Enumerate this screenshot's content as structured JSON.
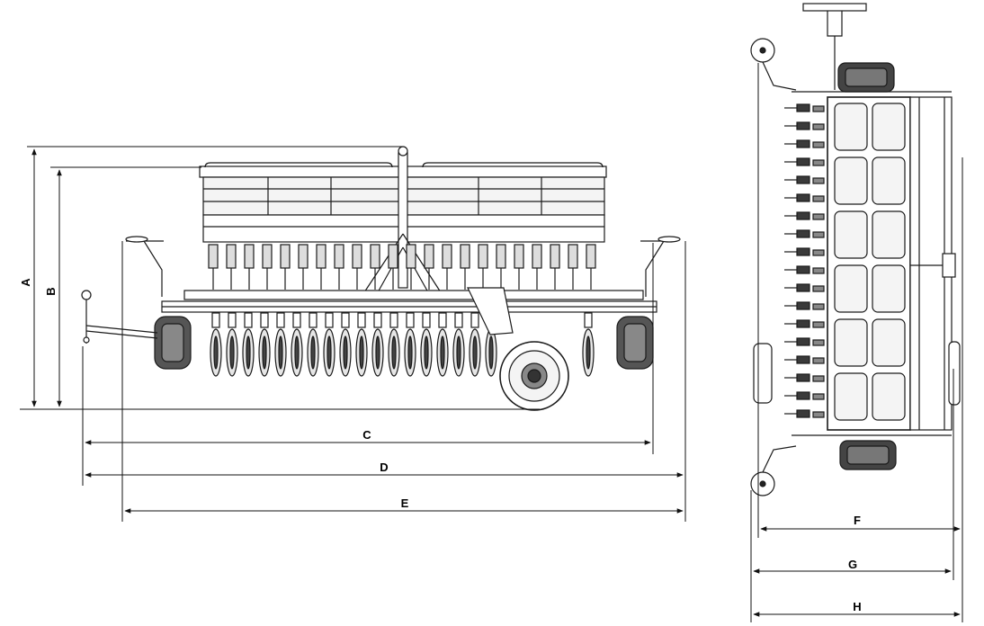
{
  "diagram": {
    "dimension_labels": {
      "a": "A",
      "b": "B",
      "c": "C",
      "d": "D",
      "e": "E",
      "f": "F",
      "g": "G",
      "h": "H"
    }
  },
  "colors": {
    "line": "#1a1a1a",
    "background": "#ffffff",
    "fill_light": "#e8e8e8",
    "fill_dark": "#3a3a3a"
  }
}
